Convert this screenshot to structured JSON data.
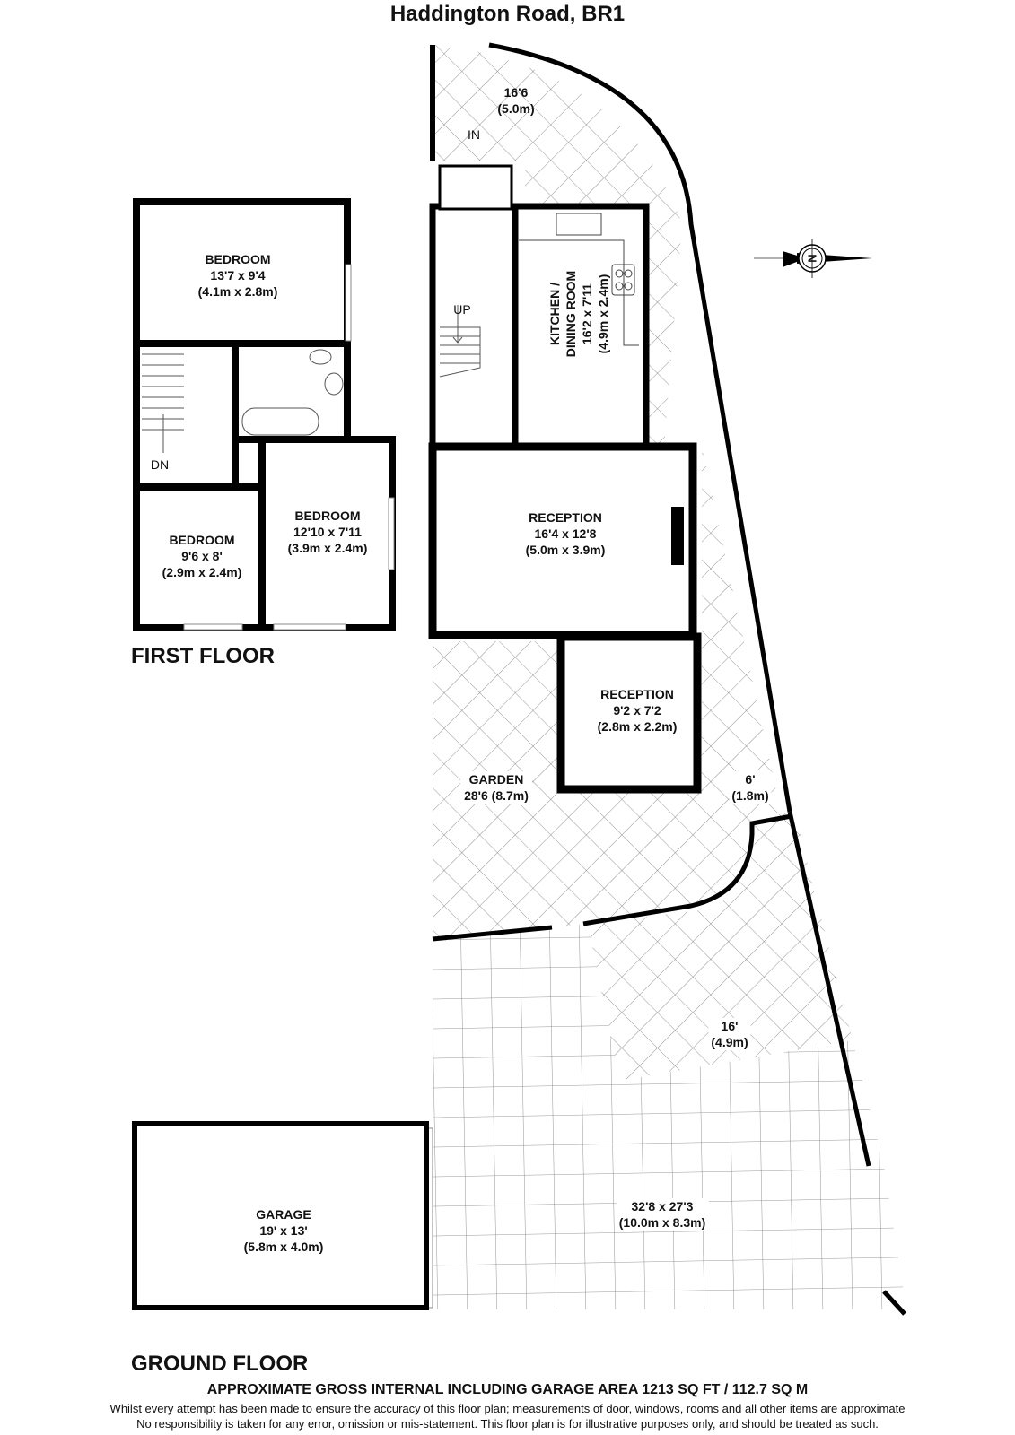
{
  "title": "Haddington Road, BR1",
  "compass": {
    "icon": "north-arrow-icon",
    "letter": "N"
  },
  "first_floor": {
    "label": "FIRST FLOOR",
    "rooms": [
      {
        "name": "BEDROOM",
        "imperial": "13'7 x 9'4",
        "metric": "(4.1m x 2.8m)"
      },
      {
        "name": "BEDROOM",
        "imperial": "9'6 x 8'",
        "metric": "(2.9m x 2.4m)"
      },
      {
        "name": "BEDROOM",
        "imperial": "12'10 x 7'11",
        "metric": "(3.9m x 2.4m)"
      }
    ],
    "stairs_label": "DN"
  },
  "ground_floor": {
    "label": "GROUND FLOOR",
    "front_garden": {
      "imperial": "16'6",
      "metric": "(5.0m)"
    },
    "entry_label": "IN",
    "stairs_label": "UP",
    "rooms": [
      {
        "name": "KITCHEN /",
        "name2": "DINING ROOM",
        "imperial": "16'2 x 7'11",
        "metric": "(4.9m x 2.4m)"
      },
      {
        "name": "RECEPTION",
        "imperial": "16'4 x 12'8",
        "metric": "(5.0m x 3.9m)"
      },
      {
        "name": "RECEPTION",
        "imperial": "9'2 x 7'2",
        "metric": "(2.8m x 2.2m)"
      },
      {
        "name": "GARAGE",
        "imperial": "19' x 13'",
        "metric": "(5.8m x 4.0m)"
      }
    ],
    "garden": {
      "name": "GARDEN",
      "dims": "28'6 (8.7m)"
    },
    "side_passage": {
      "imperial": "6'",
      "metric": "(1.8m)"
    },
    "patio": {
      "imperial": "16'",
      "metric": "(4.9m)"
    },
    "rear_yard": {
      "imperial": "32'8 x 27'3",
      "metric": "(10.0m x 8.3m)"
    }
  },
  "footer": {
    "area": "APPROXIMATE GROSS INTERNAL INCLUDING GARAGE AREA 1213 SQ FT / 112.7 SQ M",
    "disclaimer_1": "Whilst every attempt has been made to ensure the accuracy of this floor plan; measurements of door, windows, rooms and all other items are approximate",
    "disclaimer_2": "No responsibility is taken for any error, omission or mis-statement. This floor plan is for illustrative purposes only, and should be treated as such."
  }
}
